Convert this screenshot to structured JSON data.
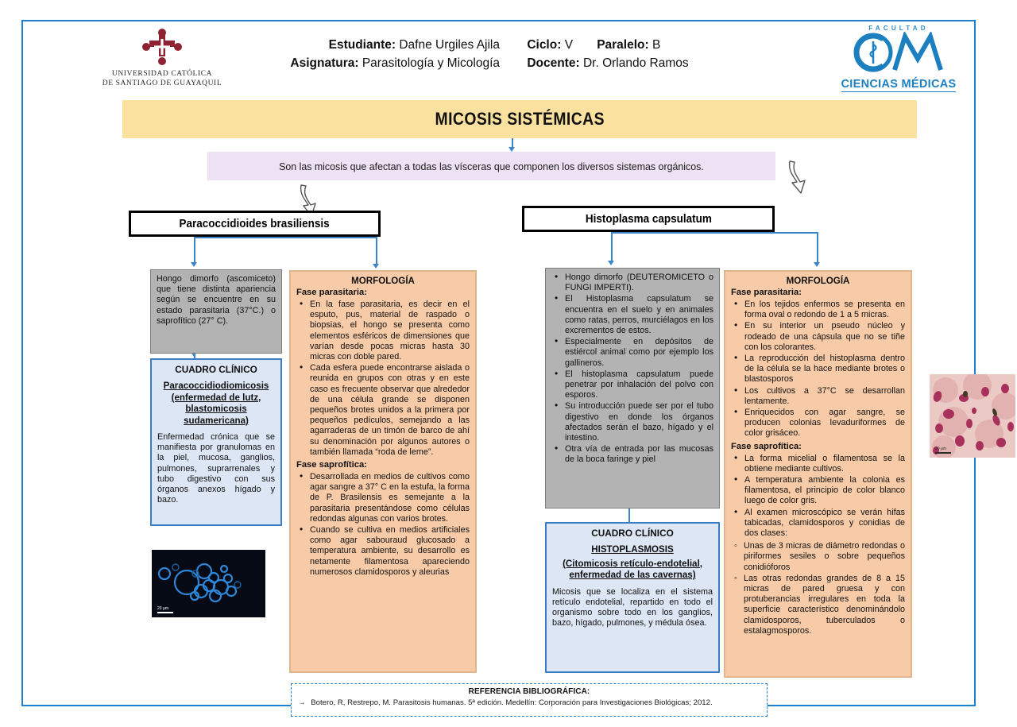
{
  "header": {
    "university_name_line1": "UNIVERSIDAD CATÓLICA",
    "university_name_line2": "DE SANTIAGO DE GUAYAQUIL",
    "estudiante_label": "Estudiante:",
    "estudiante_value": "Dafne Urgiles Ajila",
    "asignatura_label": "Asignatura:",
    "asignatura_value": "Parasitología y Micología",
    "ciclo_label": "Ciclo:",
    "ciclo_value": "V",
    "paralelo_label": "Paralelo:",
    "paralelo_value": "B",
    "docente_label": "Docente:",
    "docente_value": "Dr. Orlando Ramos",
    "faculty_tag": "FACULTAD",
    "faculty_name": "CIENCIAS MÉDICAS"
  },
  "title_banner": {
    "text": "MICOSIS SISTÉMICAS"
  },
  "intro": {
    "text": "Son las micosis que afectan a todas las vísceras que componen los diversos sistemas orgánicos."
  },
  "organisms": {
    "paracoccidioides": {
      "name": "Paracoccidioides brasiliensis",
      "description": "Hongo dimorfo (ascomiceto) que tiene distinta apariencia según se encuentre en su estado parasitaria (37°C.) o saprofítico (27° C).",
      "clinical": {
        "heading": "CUADRO CLÍNICO",
        "disease": "Paracoccidiodiomicosis (enfermedad de lutz, blastomicosis sudamericana)",
        "body": "Enfermedad crónica que se manifiesta por granulomas en la piel, mucosa, ganglios, pulmones, suprarrenales y tubo digestivo con sus órganos anexos hígado y bazo."
      },
      "morphology": {
        "heading": "MORFOLOGÍA",
        "parasitic_label": "Fase parasitaria:",
        "parasitic_items": [
          "En la fase parasitaria, es decir en el esputo, pus, material de raspado o biopsias, el hongo se presenta como elementos esféricos de dimensiones que varían desde pocas micras hasta 30 micras con doble pared.",
          "Cada esfera puede encontrarse aislada o reunida en grupos con otras y en este caso es frecuente observar que alrededor de una célula grande se disponen pequeños brotes unidos a la primera por pequeños pedículos, semejando a las agarraderas de un timón de barco de ahí su denominación por algunos autores o también llamada “roda de leme”."
        ],
        "saprophytic_label": "Fase saprofítica:",
        "saprophytic_items": [
          "Desarrollada en medios de cultivos como agar sangre a 37° C en la estufa, la forma de P. Brasilensis es semejante a la parasitaria presentándose como células redondas algunas con varios brotes.",
          "Cuando se cultiva en medios artificiales como agar sabouraud glucosado a temperatura ambiente, su desarrollo es netamente filamentosa apareciendo numerosos clamidosporos y aleurias"
        ]
      },
      "photo_scale": "20 µm"
    },
    "histoplasma": {
      "name": "Histoplasma capsulatum",
      "description_items": [
        "Hongo dimorfo (DEUTEROMICETO o FUNGI IMPERTI).",
        "El Histoplasma capsulatum se encuentra en el suelo y en animales como ratas, perros, murciélagos en los excrementos de estos.",
        "Especialmente en depósitos de estiércol animal como por ejemplo los gallineros.",
        "El histoplasma capsulatum puede penetrar por inhalación del polvo con esporos.",
        "Su introducción puede ser por el tubo digestivo en donde los órganos afectados serán el bazo, hígado y el intestino.",
        "Otra vía de entrada por las mucosas de la boca faringe y piel"
      ],
      "clinical": {
        "heading": "CUADRO CLÍNICO",
        "disease_line1": "HISTOPLASMOSIS",
        "disease_line2": "(Citomicosis retículo-endotelial, enfermedad de las cavernas)",
        "body": "Micosis que se localiza en el sistema retículo endotelial, repartido en todo el organismo sobre todo en los ganglios, bazo, hígado, pulmones, y médula ósea."
      },
      "morphology": {
        "heading": "MORFOLOGÍA",
        "parasitic_label": "Fase parasitaria:",
        "parasitic_items": [
          "En los tejidos enfermos se presenta en forma oval o redondo de 1 a 5 micras.",
          "En su interior un pseudo núcleo y rodeado de una cápsula que no se tiñe con los colorantes.",
          "La reproducción del histoplasma dentro de la célula se la hace mediante brotes o blastosporos",
          "Los cultivos a 37°C se desarrollan lentamente.",
          "Enriquecidos con agar sangre, se producen colonias levaduriformes de color grisáceo."
        ],
        "saprophytic_label": "Fase saprofítica:",
        "saprophytic_items": [
          "La forma micelial o filamentosa se la obtiene mediante cultivos.",
          "A temperatura ambiente la colonia es filamentosa, el principio de color blanco luego de color gris.",
          "Al examen microscópico se verán hifas tabicadas, clamidosporos y conidias de dos clases:"
        ],
        "saprophytic_subitems": [
          "Unas de 3 micras de diámetro redondas o piriformes sesiles o sobre pequeños conidióforos",
          "Las otras redondas grandes de 8 a 15 micras de pared gruesa y con protuberancias irregulares en toda la superficie característico denominándolo clamidosporos, tuberculados o estalagmosporos."
        ]
      },
      "photo_scale": "20 µm"
    }
  },
  "reference": {
    "title": "REFERENCIA BIBLIOGRÁFICA:",
    "arrow": "→",
    "citation": "Botero, R, Restrepo, M. Parasitosis humanas. 5ª edición. Medellín: Corporación para Investigaciones Biológicas; 2012."
  },
  "colors": {
    "frame_blue": "#1F7FD0",
    "banner_yellow": "#FAE1A0",
    "intro_lavender": "#EEE1F3",
    "gray_box": "#B3B3B3",
    "blue_box": "#DCE6F4",
    "peach_box": "#F8CBA8",
    "connector_blue": "#3B86C8",
    "ucsg_maroon": "#8E2230",
    "cm_blue": "#1C7FBF"
  }
}
